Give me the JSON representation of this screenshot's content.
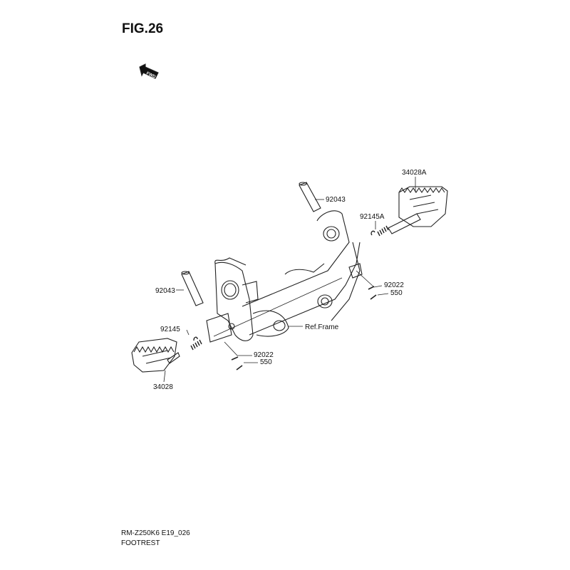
{
  "figure_title": "FIG.26",
  "direction_marker": {
    "icon": "fwd-arrow-icon",
    "text": "FWD"
  },
  "callouts": {
    "footrest_right": "34028A",
    "pin_top": "92043",
    "spring_right": "92145A",
    "washer_right": "92022",
    "cotter_right": "550",
    "pin_left": "92043",
    "frame_ref": "Ref.Frame",
    "spring_left": "92145",
    "washer_left": "92022",
    "cotter_left": "550",
    "footrest_left": "34028"
  },
  "footer": {
    "model_code": "RM-Z250K6 E19_026",
    "section_name": "FOOTREST"
  }
}
